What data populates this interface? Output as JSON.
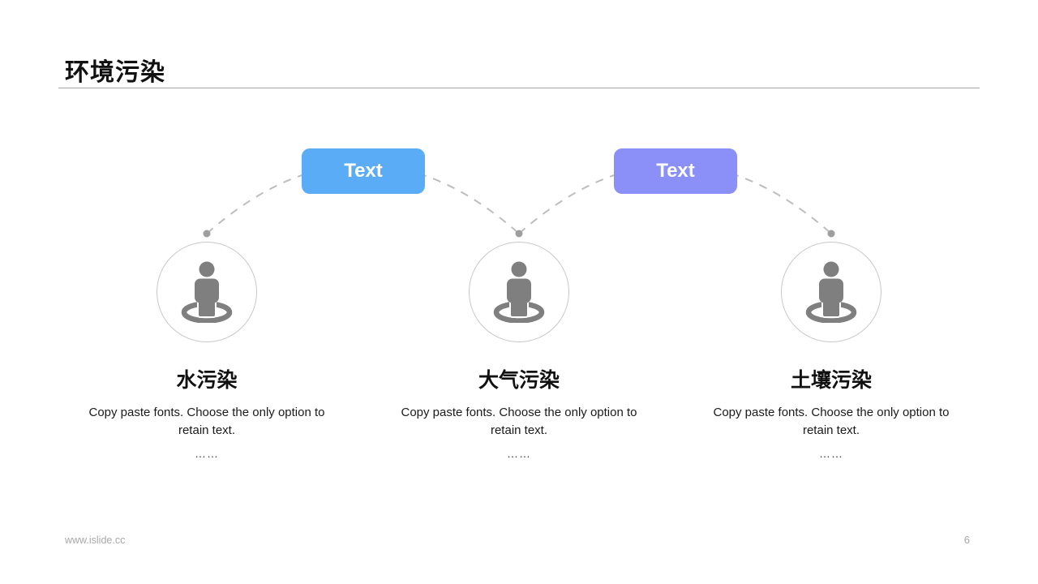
{
  "title": "环境污染",
  "connectors": [
    {
      "label": "Text",
      "color": "#5aacf6"
    },
    {
      "label": "Text",
      "color": "#8a90f8"
    }
  ],
  "items": [
    {
      "icon": "person-location-icon",
      "heading": "水污染",
      "description": "Copy paste fonts. Choose the only option to retain text.",
      "more": "……"
    },
    {
      "icon": "person-location-icon",
      "heading": "大气污染",
      "description": "Copy paste fonts. Choose the only option to retain text.",
      "more": "……"
    },
    {
      "icon": "person-location-icon",
      "heading": "土壤污染",
      "description": "Copy paste fonts. Choose the only option to retain text.",
      "more": "……"
    }
  ],
  "footer": {
    "website": "www.islide.cc",
    "page_number": "6"
  },
  "colors": {
    "arc_dash": "#bdbdbd",
    "node_dot": "#9e9e9e",
    "icon_gray": "#7f7f7f",
    "circle_border": "#c8c8c8"
  }
}
